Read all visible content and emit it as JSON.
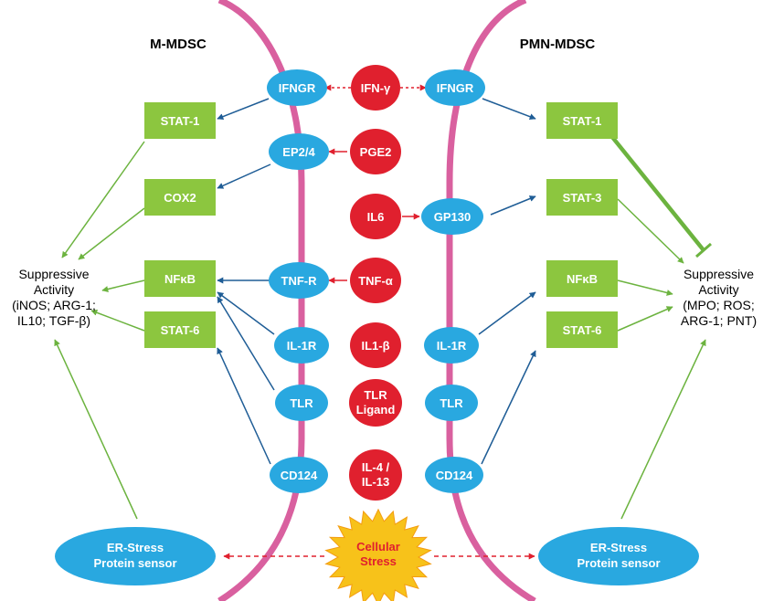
{
  "left_title": "M-MDSC",
  "right_title": "PMN-MDSC",
  "left_suppressive": {
    "line1": "Suppressive",
    "line2": "Activity",
    "line3": "(iNOS; ARG-1;",
    "line4": "IL10; TGF-β)"
  },
  "right_suppressive": {
    "line1": "Suppressive",
    "line2": "Activity",
    "line3": "(MPO; ROS;",
    "line4": "ARG-1; PNT)"
  },
  "left_receptors": {
    "ifngr": "IFNGR",
    "ep24": "EP2/4",
    "tnfr": "TNF-R",
    "il1r": "IL-1R",
    "tlr": "TLR",
    "cd124": "CD124"
  },
  "right_receptors": {
    "ifngr": "IFNGR",
    "gp130": "GP130",
    "il1r": "IL-1R",
    "tlr": "TLR",
    "cd124": "CD124"
  },
  "ligands": {
    "ifng": "IFN-γ",
    "pge2": "PGE2",
    "il6": "IL6",
    "tnfa": "TNF-α",
    "il1b": "IL1-β",
    "tlr_ligand_1": "TLR",
    "tlr_ligand_2": "Ligand",
    "il4_1": "IL-4 /",
    "il4_2": "IL-13"
  },
  "left_factors": {
    "stat1": "STAT-1",
    "cox2": "COX2",
    "nfkb": "NFκB",
    "stat6": "STAT-6"
  },
  "right_factors": {
    "stat1": "STAT-1",
    "stat3": "STAT-3",
    "nfkb": "NFκB",
    "stat6": "STAT-6"
  },
  "er_stress_left": {
    "line1": "ER-Stress",
    "line2": "Protein sensor"
  },
  "er_stress_right": {
    "line1": "ER-Stress",
    "line2": "Protein sensor"
  },
  "cellular_stress": {
    "line1": "Cellular",
    "line2": "Stress"
  },
  "colors": {
    "membrane": "#d9609f",
    "receptor": "#29a8e0",
    "ligand": "#e0202e",
    "factor": "#8cc63f",
    "blue_arrow": "#1f5d96",
    "green_arrow": "#6cb33f",
    "red_arrow": "#e0202e",
    "stress": "#f7c21a"
  }
}
